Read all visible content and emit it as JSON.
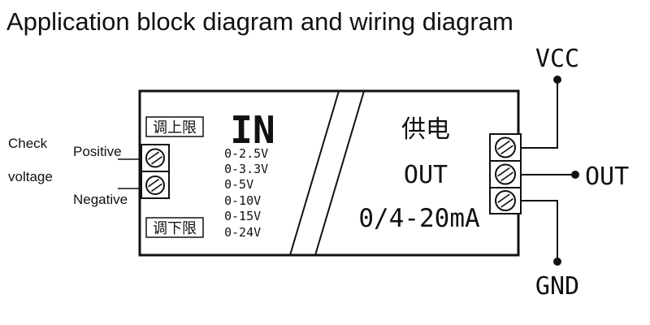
{
  "title": "Application block diagram and wiring diagram",
  "left_labels": {
    "check": "Check",
    "voltage": "voltage",
    "positive": "Positive",
    "negative": "Negative"
  },
  "module": {
    "upper_limit_label": "调上限",
    "lower_limit_label": "调下限",
    "in_label": "IN",
    "input_ranges": [
      "0-2.5V",
      "0-3.3V",
      "0-5V",
      "0-10V",
      "0-15V",
      "0-24V"
    ],
    "power_supply_label": "供电",
    "out_label": "OUT",
    "out_range": "0/4-20mA"
  },
  "right_labels": {
    "vcc": "VCC",
    "out": "OUT",
    "gnd": "GND"
  },
  "colors": {
    "line": "#111111",
    "background": "#ffffff",
    "screw_fill": "#ffffff"
  }
}
